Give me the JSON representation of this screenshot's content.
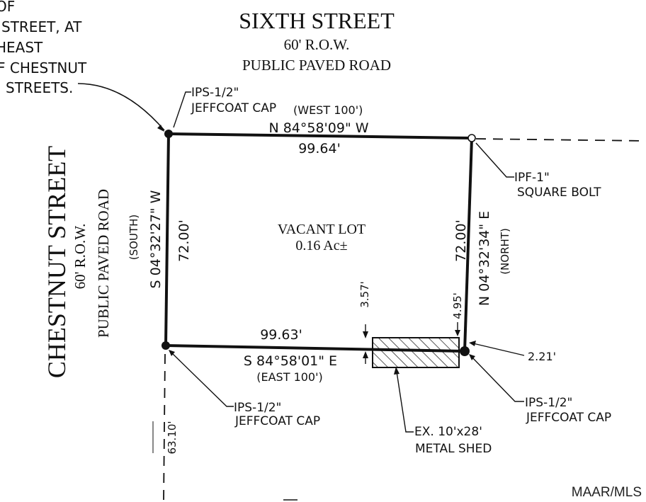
{
  "top_left_note": [
    "OF",
    "STREET, AT",
    "HEAST",
    "F CHESTNUT",
    "STREETS."
  ],
  "north_road": {
    "name": "SIXTH STREET",
    "row": "60' R.O.W.",
    "type": "PUBLIC PAVED ROAD"
  },
  "west_road": {
    "name": "CHESTNUT STREET",
    "row": "60' R.O.W.",
    "type": "PUBLIC PAVED ROAD"
  },
  "lot": {
    "label": "VACANT LOT",
    "area": "0.16 Ac±"
  },
  "boundaries": {
    "north": {
      "bearing": "N 84°58'09\" W",
      "distance": "99.64'",
      "note": "(WEST 100')"
    },
    "south": {
      "bearing": "S 84°58'01\" E",
      "distance": "99.63'",
      "note": "(EAST 100')"
    },
    "west": {
      "bearing": "S 04°32'27\" W",
      "distance": "72.00'",
      "note": "(SOUTH)"
    },
    "east": {
      "bearing": "N 04°32'34\" E",
      "distance": "72.00'",
      "note": "(NORHT)"
    }
  },
  "corners": {
    "nw": {
      "type": "IPS-1/2\"",
      "desc": "JEFFCOAT CAP"
    },
    "ne": {
      "type": "IPF-1\"",
      "desc": "SQUARE BOLT"
    },
    "sw": {
      "type": "IPS-1/2\"",
      "desc": "JEFFCOAT CAP"
    },
    "se": {
      "type": "IPS-1/2\"",
      "desc": "JEFFCOAT CAP"
    }
  },
  "shed": {
    "size": "EX. 10'x28'",
    "desc": "METAL SHED",
    "dim_to_line": "3.57'",
    "dim_east": "4.95'",
    "dim_corner": "2.21'"
  },
  "offset": "63.10'",
  "watermark": "MAAR/MLS"
}
